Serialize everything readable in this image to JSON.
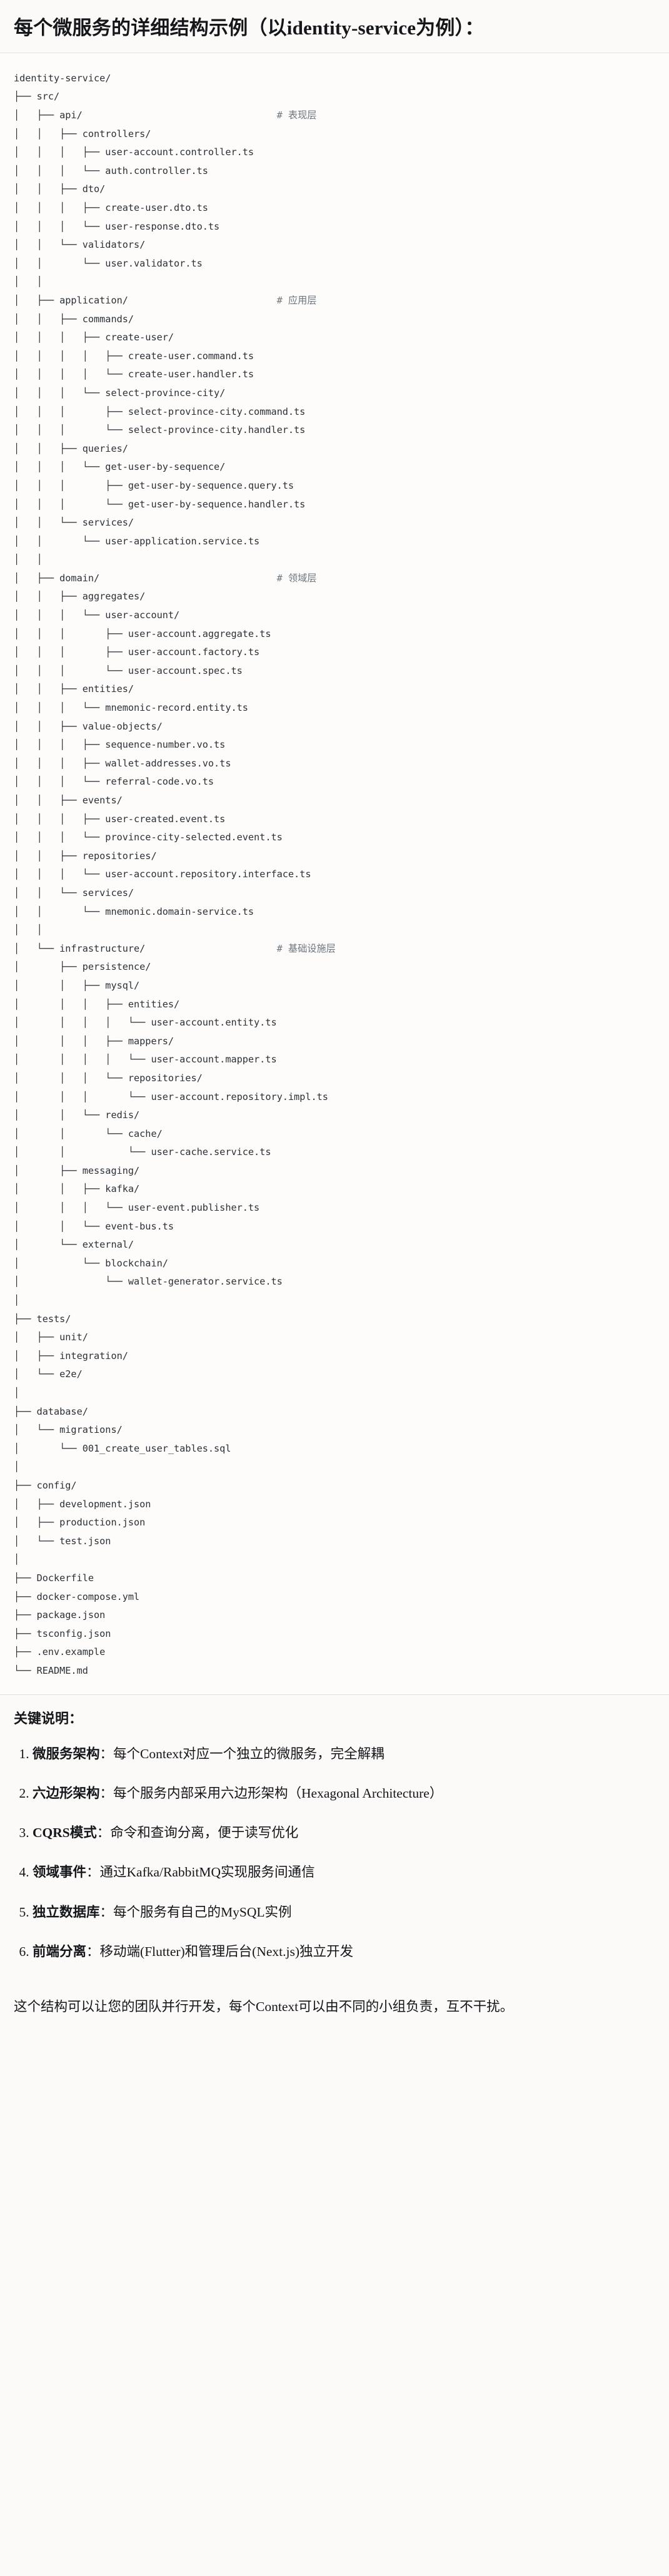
{
  "heading": "每个微服务的详细结构示例（以identity-service为例）：",
  "tree": {
    "root_label": "identity-service/",
    "comments": {
      "api": "# 表现层",
      "application": "# 应用层",
      "domain": "# 领域层",
      "infrastructure": "# 基础设施层"
    },
    "lines": [
      "identity-service/",
      "├── src/",
      "│   ├── api/                                  # 表现层",
      "│   │   ├── controllers/",
      "│   │   │   ├── user-account.controller.ts",
      "│   │   │   └── auth.controller.ts",
      "│   │   ├── dto/",
      "│   │   │   ├── create-user.dto.ts",
      "│   │   │   └── user-response.dto.ts",
      "│   │   └── validators/",
      "│   │       └── user.validator.ts",
      "│   │",
      "│   ├── application/                          # 应用层",
      "│   │   ├── commands/",
      "│   │   │   ├── create-user/",
      "│   │   │   │   ├── create-user.command.ts",
      "│   │   │   │   └── create-user.handler.ts",
      "│   │   │   └── select-province-city/",
      "│   │   │       ├── select-province-city.command.ts",
      "│   │   │       └── select-province-city.handler.ts",
      "│   │   ├── queries/",
      "│   │   │   └── get-user-by-sequence/",
      "│   │   │       ├── get-user-by-sequence.query.ts",
      "│   │   │       └── get-user-by-sequence.handler.ts",
      "│   │   └── services/",
      "│   │       └── user-application.service.ts",
      "│   │",
      "│   ├── domain/                               # 领域层",
      "│   │   ├── aggregates/",
      "│   │   │   └── user-account/",
      "│   │   │       ├── user-account.aggregate.ts",
      "│   │   │       ├── user-account.factory.ts",
      "│   │   │       └── user-account.spec.ts",
      "│   │   ├── entities/",
      "│   │   │   └── mnemonic-record.entity.ts",
      "│   │   ├── value-objects/",
      "│   │   │   ├── sequence-number.vo.ts",
      "│   │   │   ├── wallet-addresses.vo.ts",
      "│   │   │   └── referral-code.vo.ts",
      "│   │   ├── events/",
      "│   │   │   ├── user-created.event.ts",
      "│   │   │   └── province-city-selected.event.ts",
      "│   │   ├── repositories/",
      "│   │   │   └── user-account.repository.interface.ts",
      "│   │   └── services/",
      "│   │       └── mnemonic.domain-service.ts",
      "│   │",
      "│   └── infrastructure/                       # 基础设施层",
      "│       ├── persistence/",
      "│       │   ├── mysql/",
      "│       │   │   ├── entities/",
      "│       │   │   │   └── user-account.entity.ts",
      "│       │   │   ├── mappers/",
      "│       │   │   │   └── user-account.mapper.ts",
      "│       │   │   └── repositories/",
      "│       │   │       └── user-account.repository.impl.ts",
      "│       │   └── redis/",
      "│       │       └── cache/",
      "│       │           └── user-cache.service.ts",
      "│       ├── messaging/",
      "│       │   ├── kafka/",
      "│       │   │   └── user-event.publisher.ts",
      "│       │   └── event-bus.ts",
      "│       └── external/",
      "│           └── blockchain/",
      "│               └── wallet-generator.service.ts",
      "│",
      "├── tests/",
      "│   ├── unit/",
      "│   ├── integration/",
      "│   └── e2e/",
      "│",
      "├── database/",
      "│   └── migrations/",
      "│       └── 001_create_user_tables.sql",
      "│",
      "├── config/",
      "│   ├── development.json",
      "│   ├── production.json",
      "│   └── test.json",
      "│",
      "├── Dockerfile",
      "├── docker-compose.yml",
      "├── package.json",
      "├── tsconfig.json",
      "├── .env.example",
      "└── README.md"
    ]
  },
  "keypoints": {
    "title": "关键说明：",
    "items": [
      {
        "term": "微服务架构",
        "sep": "：",
        "desc": "每个Context对应一个独立的微服务，完全解耦"
      },
      {
        "term": "六边形架构",
        "sep": "：",
        "desc": "每个服务内部采用六边形架构（Hexagonal Architecture）"
      },
      {
        "term": "CQRS模式",
        "sep": "：",
        "desc": "命令和查询分离，便于读写优化"
      },
      {
        "term": "领域事件",
        "sep": "：",
        "desc": "通过Kafka/RabbitMQ实现服务间通信"
      },
      {
        "term": "独立数据库",
        "sep": "：",
        "desc": "每个服务有自己的MySQL实例"
      },
      {
        "term": "前端分离",
        "sep": "：",
        "desc": "移动端(Flutter)和管理后台(Next.js)独立开发"
      }
    ]
  },
  "closing": "这个结构可以让您的团队并行开发，每个Context可以由不同的小组负责，互不干扰。"
}
